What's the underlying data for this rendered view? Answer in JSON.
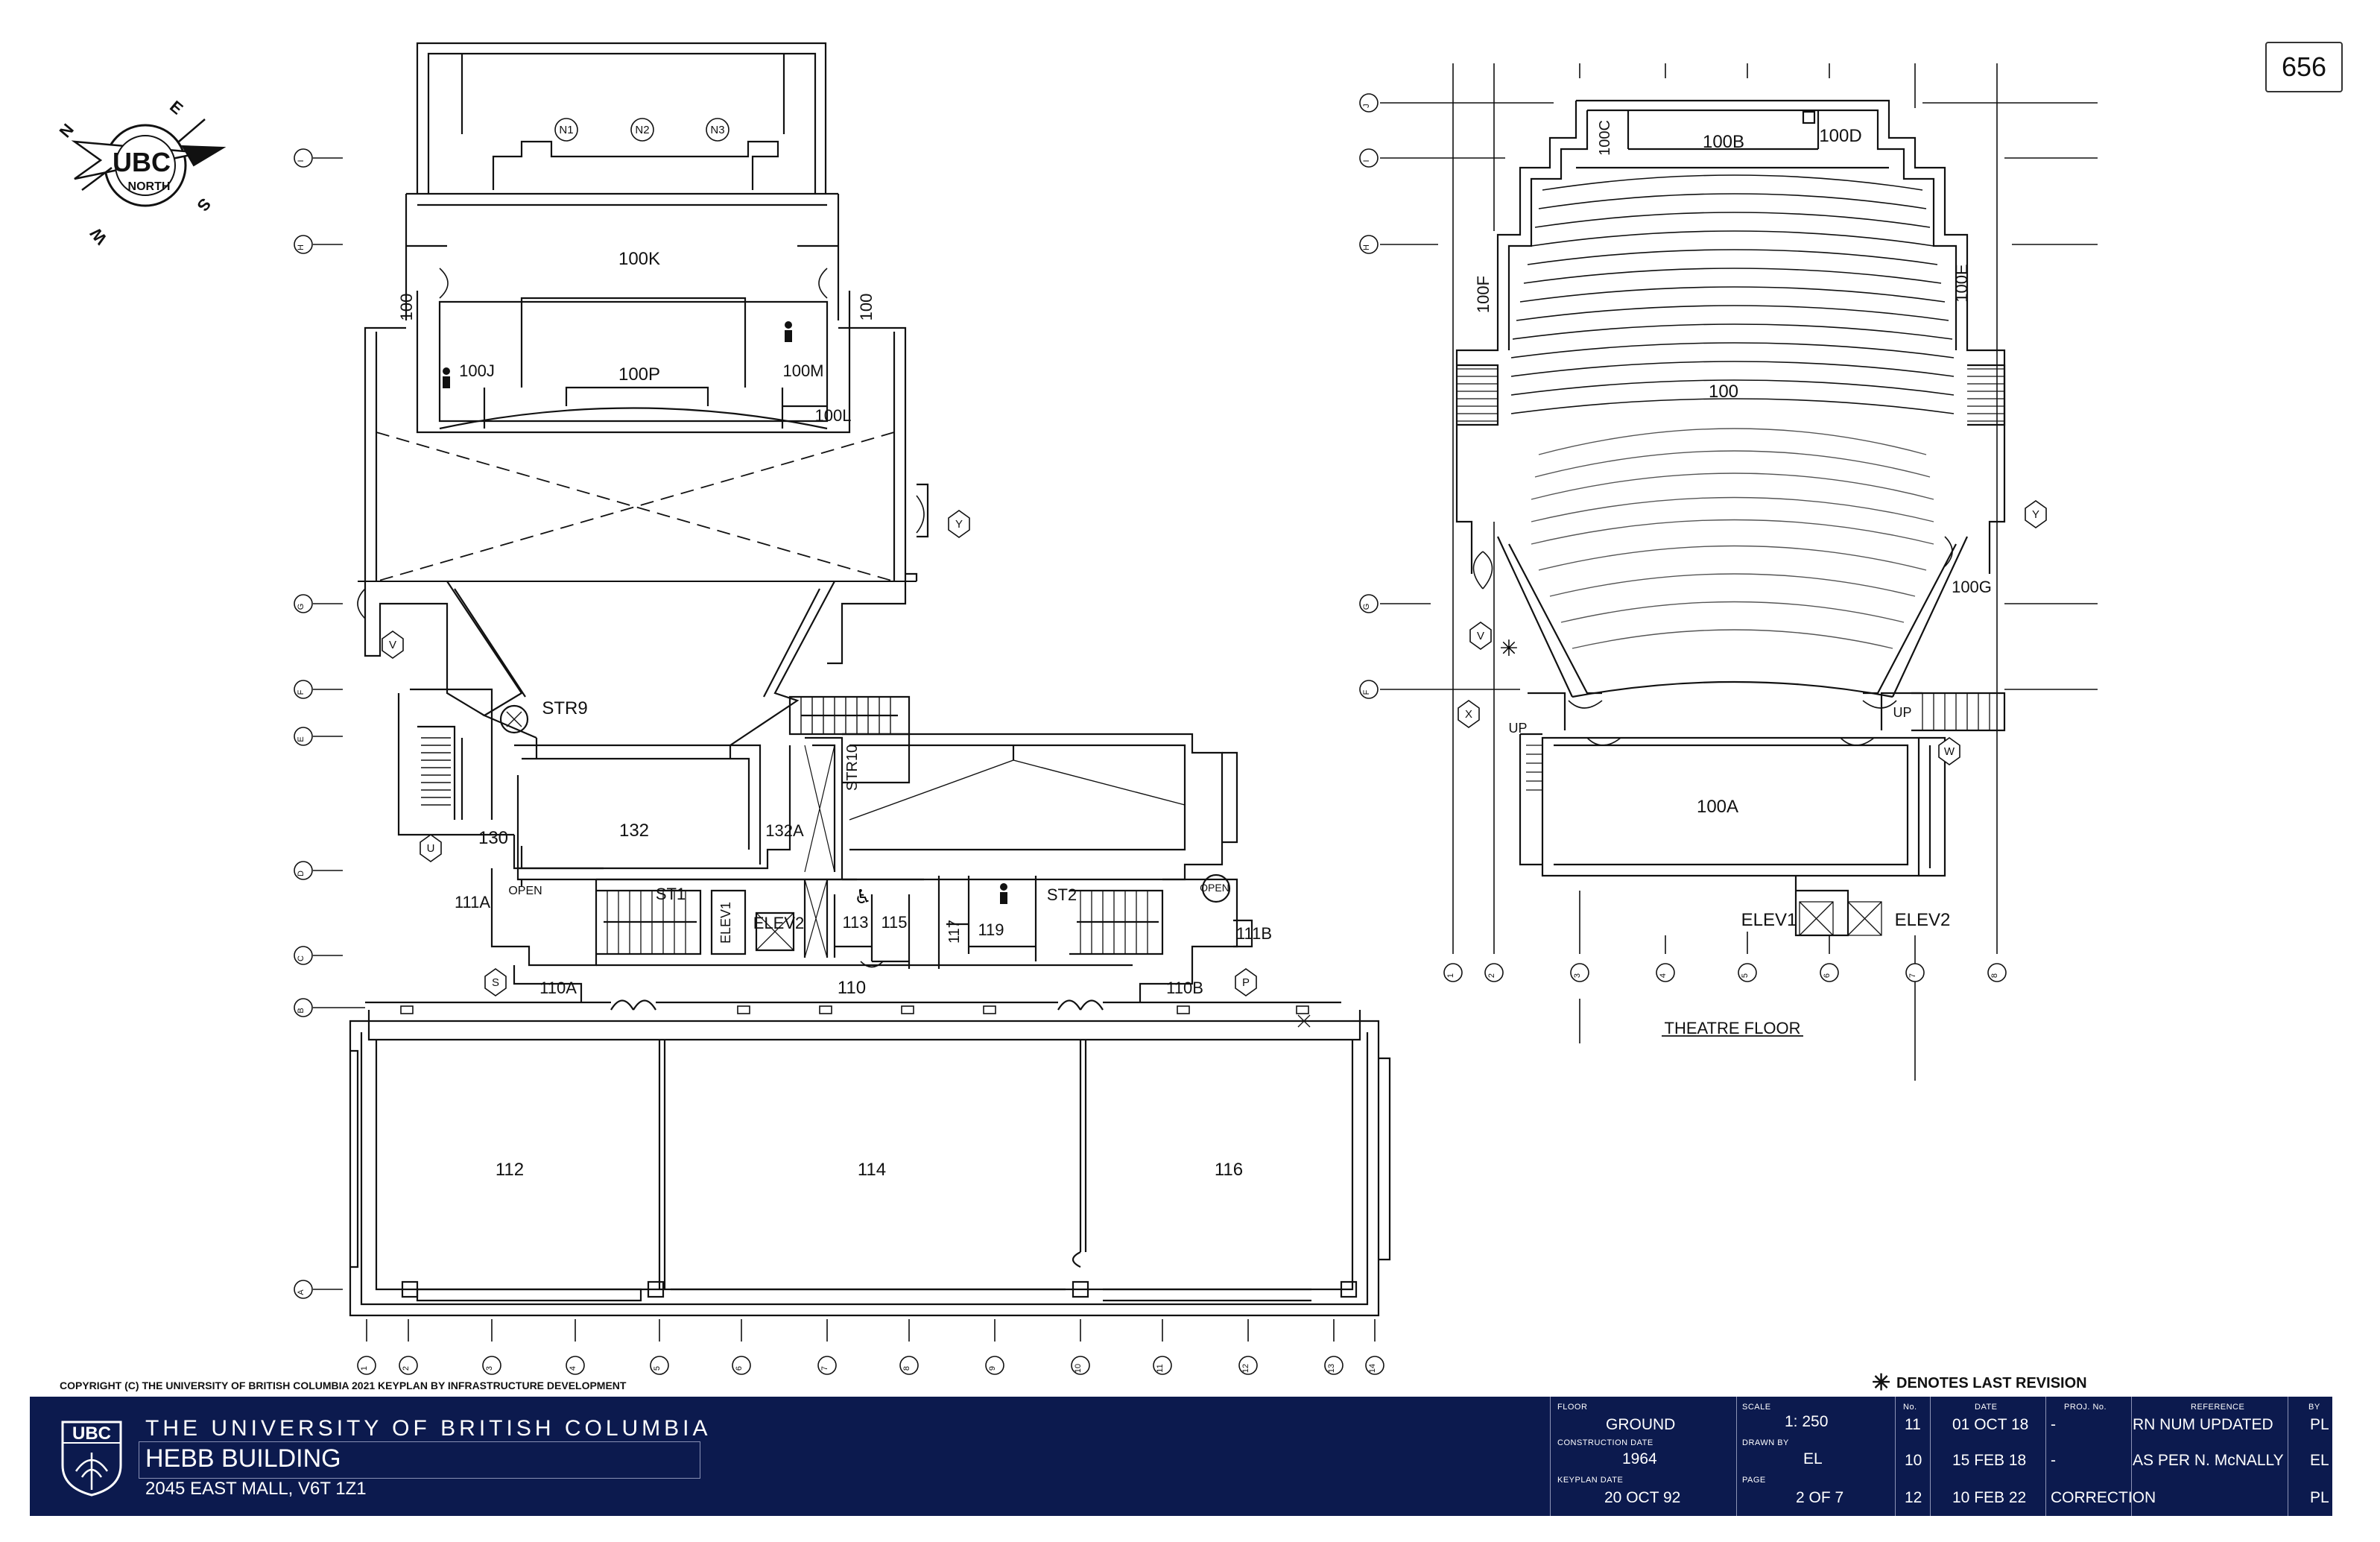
{
  "page_number": "656",
  "compass": {
    "logo_text": "UBC",
    "north_text": "NORTH",
    "directions": [
      "N",
      "E",
      "S",
      "W"
    ]
  },
  "copyright": "COPYRIGHT (C) THE UNIVERSITY OF BRITISH COLUMBIA 2021 KEYPLAN BY INFRASTRUCTURE DEVELOPMENT",
  "revision_note": "DENOTES LAST REVISION",
  "revision_star": "✳",
  "main_plan": {
    "row_grid": [
      "I",
      "H",
      "G",
      "F",
      "E",
      "D",
      "C",
      "B",
      "A"
    ],
    "col_grid": [
      "1",
      "2",
      "3",
      "4",
      "5",
      "6",
      "7",
      "8",
      "9",
      "10",
      "11",
      "12",
      "13",
      "14"
    ],
    "entries": [
      "N1",
      "N2",
      "N3",
      "Y",
      "V",
      "U",
      "S",
      "P"
    ],
    "rooms": [
      "100K",
      "100",
      "100",
      "100J",
      "100P",
      "100M",
      "100L",
      "STR9",
      "130",
      "132",
      "132A",
      "STR10",
      "OPEN",
      "OPEN",
      "111A",
      "ST1",
      "ELEV1",
      "ELEV2",
      "113",
      "115",
      "117",
      "119",
      "ST2",
      "111B",
      "110A",
      "110",
      "110B",
      "112",
      "114",
      "116"
    ]
  },
  "theatre_plan": {
    "title": "THEATRE FLOOR",
    "row_grid": [
      "J",
      "I",
      "H",
      "G",
      "F"
    ],
    "col_grid": [
      "1",
      "2",
      "3",
      "4",
      "5",
      "6",
      "7",
      "8"
    ],
    "entries": [
      "Y",
      "V",
      "X",
      "W"
    ],
    "rooms": [
      "100C",
      "100B",
      "100D",
      "100F",
      "100E",
      "100",
      "100G",
      "UP",
      "UP",
      "100A",
      "ELEV1",
      "ELEV2"
    ]
  },
  "title_block": {
    "university": "THE UNIVERSITY OF BRITISH COLUMBIA",
    "building": "HEBB BUILDING",
    "address": "2045 EAST MALL, V6T 1Z1",
    "badge_text": "UBC",
    "labels": {
      "floor": "FLOOR",
      "construction_date": "CONSTRUCTION DATE",
      "keyplan_date": "KEYPLAN DATE",
      "scale": "SCALE",
      "drawn_by": "DRAWN BY",
      "page": "PAGE",
      "no": "No.",
      "date": "DATE",
      "proj_no": "PROJ. No.",
      "reference": "REFERENCE",
      "by": "BY"
    },
    "floor": "GROUND",
    "construction_date": "1964",
    "keyplan_date": "20 OCT 92",
    "scale": "1: 250",
    "drawn_by": "EL",
    "page": "2 OF 7",
    "revisions": [
      {
        "no": "11",
        "date": "01 OCT 18",
        "proj_no": "-",
        "reference": "RN NUM UPDATED",
        "by": "PL"
      },
      {
        "no": "10",
        "date": "15 FEB 18",
        "proj_no": "-",
        "reference": "AS PER N. McNALLY",
        "by": "EL"
      },
      {
        "no": "12",
        "date": "10 FEB 22",
        "proj_no": "CORRECTION",
        "reference": "",
        "by": "PL"
      }
    ]
  }
}
